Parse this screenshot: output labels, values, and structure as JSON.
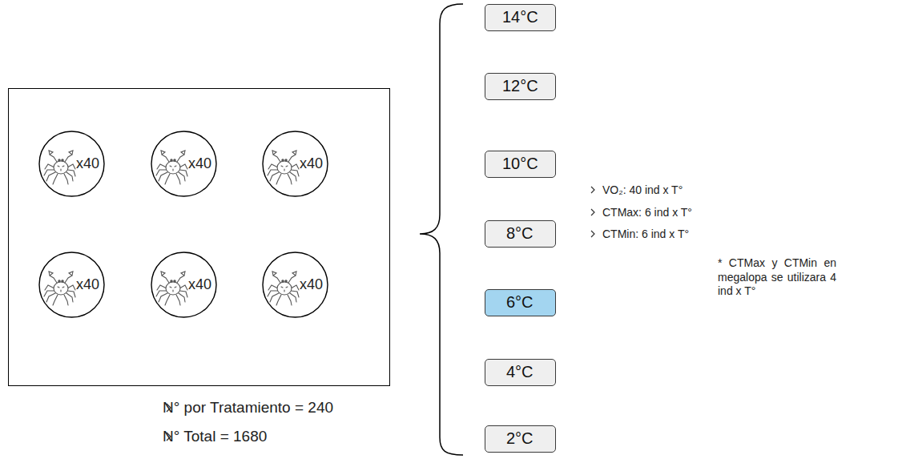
{
  "diagram": {
    "nodes": [
      {
        "text": [
          "N° por Tratamiento = 240",
          "N° Total = 1680"
        ]
      },
      {
        "text": [
          "x40"
        ],
        "in": 0
      },
      {
        "text": [
          "x40"
        ],
        "in": 0
      },
      {
        "text": [
          "x40"
        ],
        "in": 0
      },
      {
        "text": [
          "x40"
        ],
        "in": 0
      },
      {
        "text": [
          "x40"
        ],
        "in": 0
      },
      {
        "text": [
          "x40"
        ],
        "in": 0
      },
      {
        "text": [
          "14°C"
        ]
      },
      {
        "text": [
          "12°C"
        ]
      },
      {
        "text": [
          "10°C"
        ]
      },
      {
        "text": [
          "8°C"
        ]
      },
      {
        "text": [
          "6°C"
        ]
      },
      {
        "text": [
          "4°C"
        ]
      },
      {
        "text": [
          "2°C"
        ]
      }
    ],
    "labels": [
      "VO₂: 40 ind x T°",
      "CTMax: 6 ind x T°",
      "CTMin: 6 ind x T°",
      "* CTMax y CTMin en megalopa se utilizara 4 ind x T°"
    ]
  }
}
